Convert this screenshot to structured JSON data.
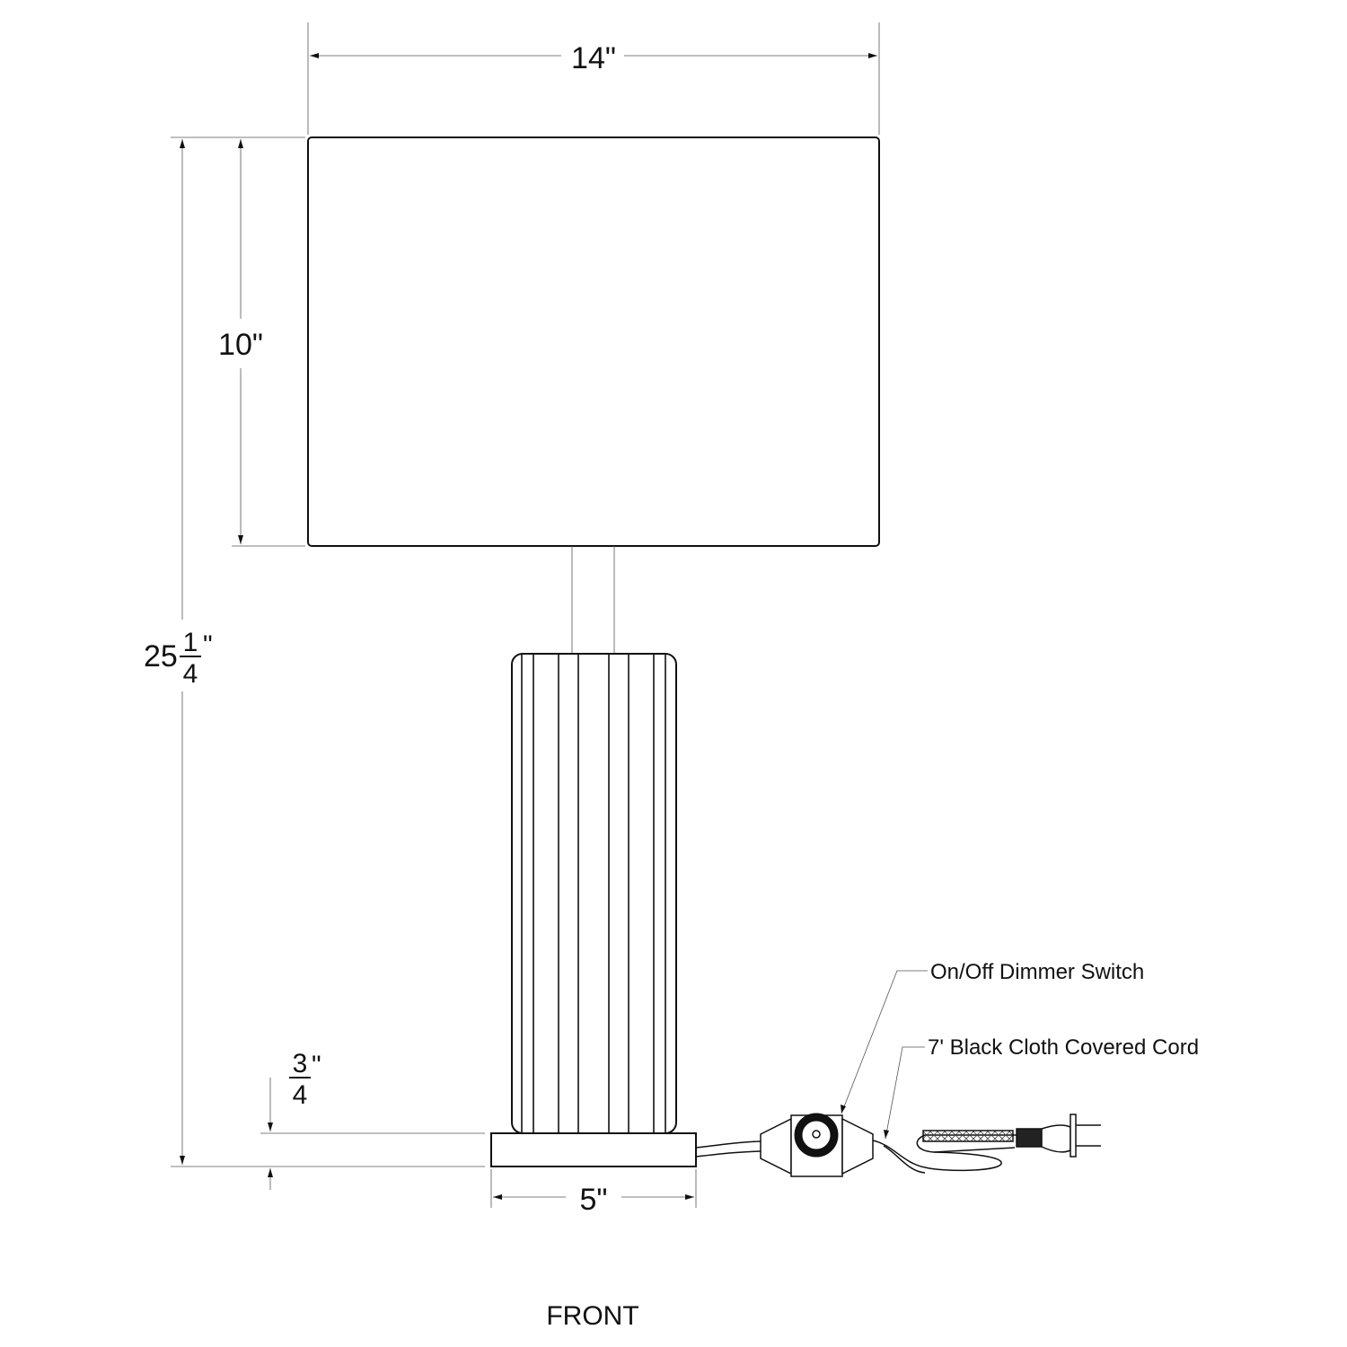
{
  "dimensions": {
    "shade_width": "14\"",
    "shade_height": "10\"",
    "overall_height_whole": "25",
    "overall_height_num": "1",
    "overall_height_den": "4",
    "base_height_num": "3",
    "base_height_den": "4",
    "base_width": "5\""
  },
  "callouts": {
    "switch": "On/Off Dimmer Switch",
    "cord": "7' Black Cloth Covered Cord"
  },
  "view_label": "FRONT",
  "inch_mark": "\""
}
